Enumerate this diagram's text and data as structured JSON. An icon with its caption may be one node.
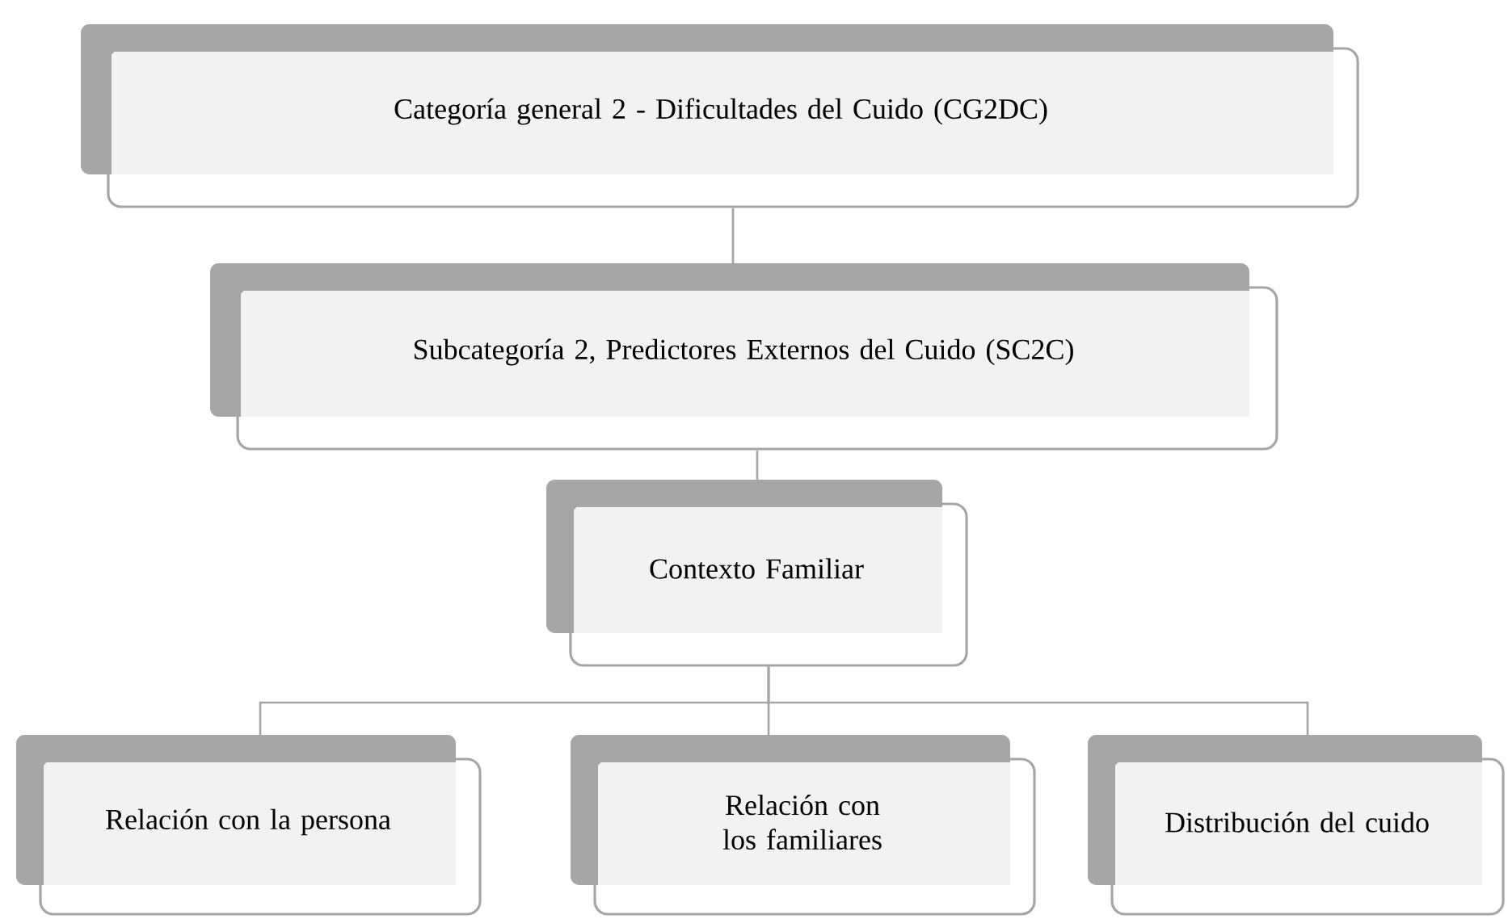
{
  "diagram": {
    "nodes": [
      {
        "text": [
          "Categoría general 2 - Dificultades del Cuido (CG2DC)"
        ]
      },
      {
        "text": [
          "Subcategoría 2, Predictores Externos del Cuido (SC2C)"
        ]
      },
      {
        "text": [
          "Contexto Familiar"
        ]
      },
      {
        "text": [
          "Relación con la persona"
        ]
      },
      {
        "text": [
          "Relación con los familiares"
        ]
      },
      {
        "text": [
          "Distribución del cuido"
        ]
      }
    ],
    "edges": [
      {
        "from": 0,
        "to": 1,
        "arrow": "none"
      },
      {
        "from": 1,
        "to": 2,
        "arrow": "none"
      },
      {
        "from": 2,
        "to": 3,
        "arrow": "none"
      },
      {
        "from": 2,
        "to": 4,
        "arrow": "none"
      },
      {
        "from": 2,
        "to": 5,
        "arrow": "none"
      }
    ]
  }
}
